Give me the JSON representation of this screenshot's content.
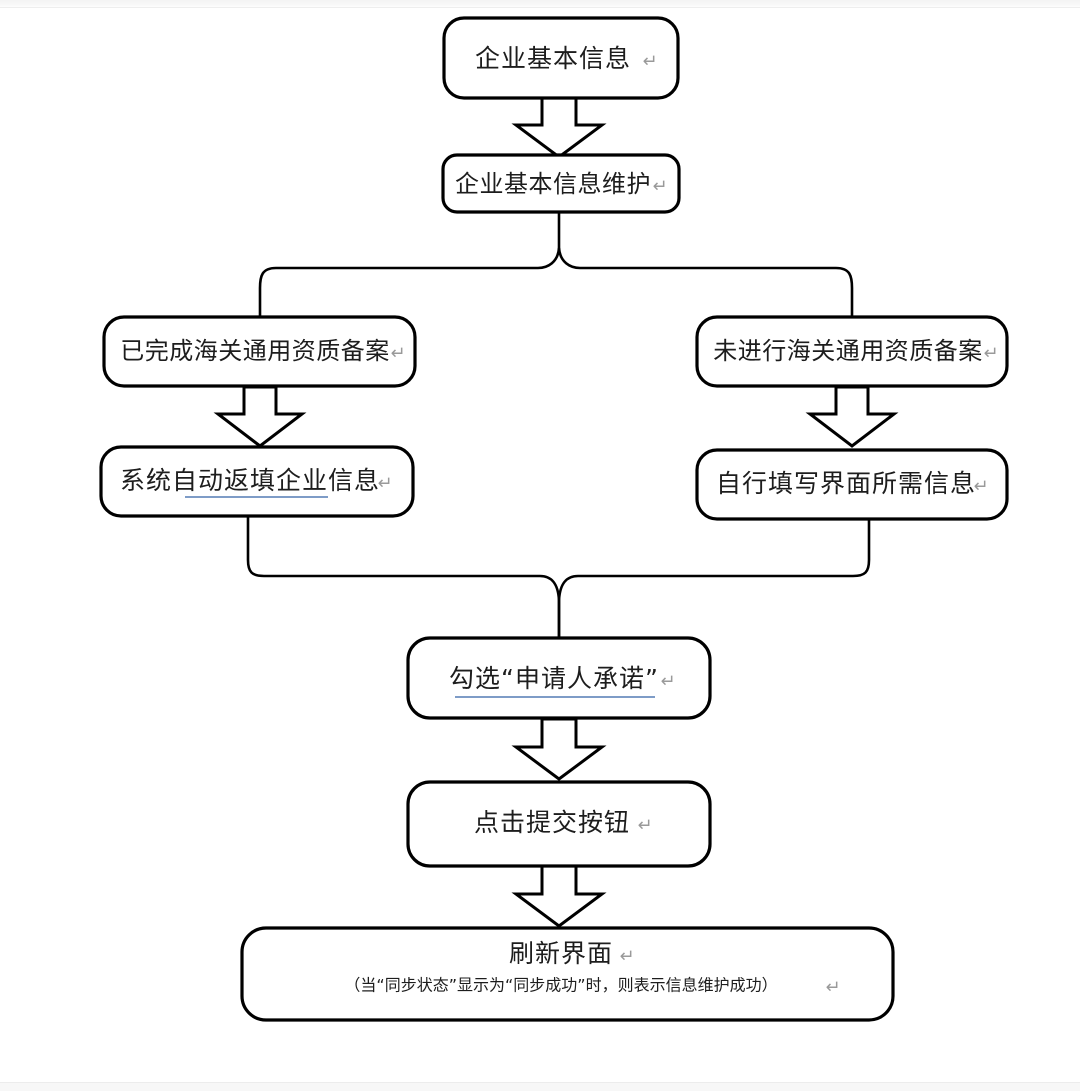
{
  "document": {
    "title": "企业基本信息维护流程图",
    "type": "flowchart",
    "orientation": "top-down"
  },
  "theme": {
    "background": "#ffffff",
    "node_fill": "#ffffff",
    "node_stroke": "#000000",
    "text_color": "#1d1d1d",
    "pilcrow_color": "#9a9a9a",
    "underline_accent": "#6c8ebf"
  },
  "nodes": [
    {
      "id": "n1",
      "name": "enterprise-basic-info",
      "label": "企业基本信息",
      "pilcrow": "↵",
      "underlined": false
    },
    {
      "id": "n2",
      "name": "enterprise-basic-info-maintenance",
      "label": "企业基本信息维护",
      "pilcrow": "↵",
      "underlined": false
    },
    {
      "id": "n3",
      "name": "customs-qualification-filed",
      "label": "已完成海关通用资质备案",
      "pilcrow": "↵",
      "underlined": false
    },
    {
      "id": "n4",
      "name": "customs-qualification-not-filed",
      "label": "未进行海关通用资质备案",
      "pilcrow": "↵",
      "underlined": false
    },
    {
      "id": "n5",
      "name": "system-auto-fill-enterprise-info",
      "label": "系统自动返填企业信息",
      "pilcrow": "↵",
      "underlined": true,
      "underline_from": 2,
      "underline_to": 8
    },
    {
      "id": "n6",
      "name": "manually-fill-required-info",
      "label": "自行填写界面所需信息",
      "pilcrow": "↵",
      "underlined": false
    },
    {
      "id": "n7",
      "name": "check-applicant-commitment",
      "label": "勾选“申请人承诺”",
      "pilcrow": "↵",
      "underlined": true,
      "underline_from": 0,
      "underline_to": 9
    },
    {
      "id": "n8",
      "name": "click-submit-button",
      "label": "点击提交按钮",
      "pilcrow": "↵",
      "underlined": false
    },
    {
      "id": "n9",
      "name": "refresh-interface",
      "label": "刷新界面",
      "pilcrow": "↵",
      "sublabel": "（当“同步状态”显示为“同步成功”时，则表示信息维护成功）",
      "sublabel_pilcrow": "↵",
      "underlined": false
    }
  ],
  "edges": [
    {
      "name": "edge-n1-n2",
      "from": "n1",
      "to": "n2",
      "style": "block-arrow"
    },
    {
      "name": "edge-n2-split",
      "from": "n2",
      "to": "split",
      "style": "line"
    },
    {
      "name": "edge-split-n3",
      "from": "split",
      "to": "n3",
      "style": "line"
    },
    {
      "name": "edge-split-n4",
      "from": "split",
      "to": "n4",
      "style": "line"
    },
    {
      "name": "edge-n3-n5",
      "from": "n3",
      "to": "n5",
      "style": "block-arrow"
    },
    {
      "name": "edge-n4-n6",
      "from": "n4",
      "to": "n6",
      "style": "block-arrow"
    },
    {
      "name": "edge-n5-merge",
      "from": "n5",
      "to": "merge",
      "style": "line"
    },
    {
      "name": "edge-n6-merge",
      "from": "n6",
      "to": "merge",
      "style": "line"
    },
    {
      "name": "edge-merge-n7",
      "from": "merge",
      "to": "n7",
      "style": "line"
    },
    {
      "name": "edge-n7-n8",
      "from": "n7",
      "to": "n8",
      "style": "block-arrow"
    },
    {
      "name": "edge-n8-n9",
      "from": "n8",
      "to": "n9",
      "style": "block-arrow"
    }
  ]
}
